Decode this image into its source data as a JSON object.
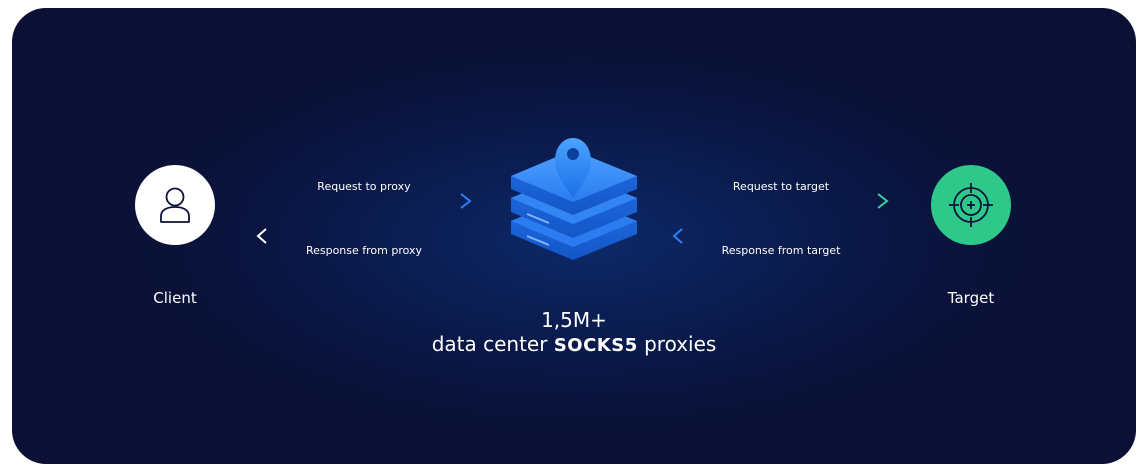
{
  "nodes": {
    "client": {
      "label": "Client",
      "icon": "user-icon"
    },
    "target": {
      "label": "Target",
      "icon": "crosshair-icon",
      "color": "#2ec98a"
    },
    "proxy": {
      "icon": "server-stack-location-icon",
      "color": "#1f7ff0"
    }
  },
  "flows": {
    "request_to_proxy": "Request to proxy",
    "response_from_proxy": "Response from proxy",
    "request_to_target": "Request to target",
    "response_from_target": "Response from target"
  },
  "headline": {
    "line1": "1,5M+",
    "line2_prefix": "data center",
    "line2_emphasis": "SOCKS5",
    "line2_suffix": "proxies"
  },
  "colors": {
    "background": "#0b1238",
    "accent_blue": "#1f7ff0",
    "accent_green": "#2ec98a"
  }
}
